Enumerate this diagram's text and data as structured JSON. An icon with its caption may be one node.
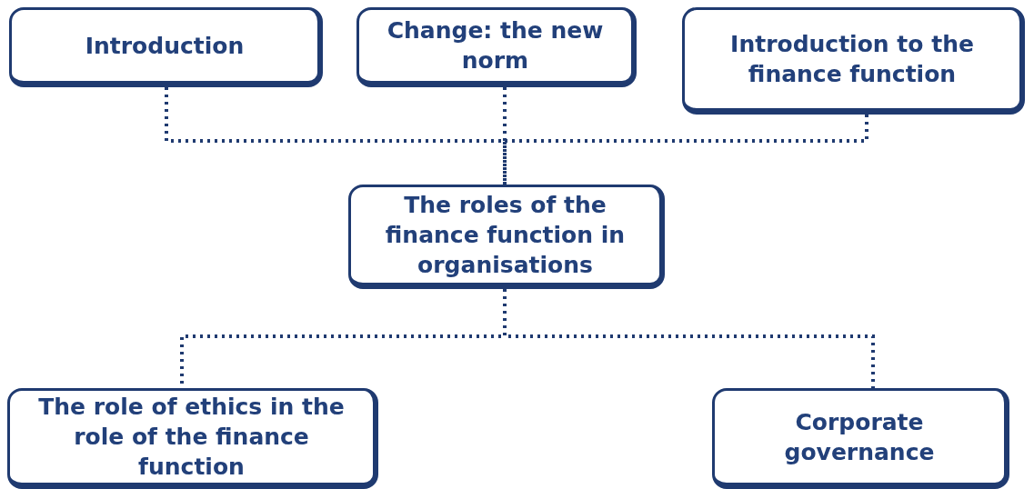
{
  "diagram": {
    "nodes": [
      {
        "text": [
          "Introduction"
        ]
      },
      {
        "text": [
          "Change: the new norm"
        ]
      },
      {
        "text": [
          "Introduction to the finance function"
        ]
      },
      {
        "text": [
          "The roles of the finance function in organisations"
        ]
      },
      {
        "text": [
          "The role of ethics in the role of the finance function"
        ]
      },
      {
        "text": [
          "Corporate governance"
        ]
      }
    ],
    "edges": [
      {
        "from": 0,
        "to": 3,
        "arrow": "none",
        "style": "dashed"
      },
      {
        "from": 1,
        "to": 3,
        "arrow": "none",
        "style": "dashed"
      },
      {
        "from": 2,
        "to": 3,
        "arrow": "none",
        "style": "dashed"
      },
      {
        "from": 3,
        "to": 4,
        "arrow": "none",
        "style": "dashed"
      },
      {
        "from": 3,
        "to": 5,
        "arrow": "none",
        "style": "dashed"
      }
    ]
  }
}
